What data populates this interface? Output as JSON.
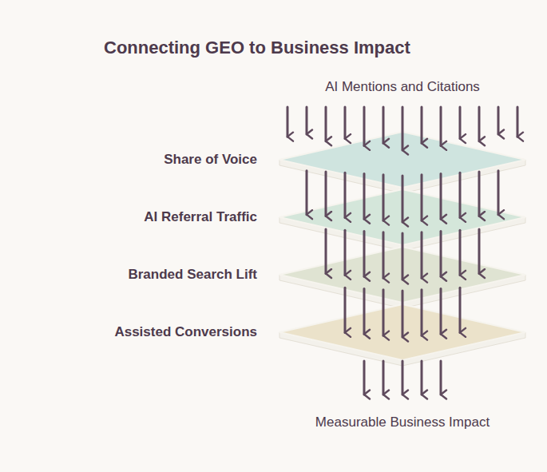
{
  "diagram": {
    "title": "Connecting GEO to Business Impact",
    "nodes": [
      {
        "text": [
          "Share of Voice"
        ]
      },
      {
        "text": [
          "AI Referral Traffic"
        ]
      },
      {
        "text": [
          "Branded Search Lift"
        ]
      },
      {
        "text": [
          "Assisted Conversions"
        ]
      }
    ],
    "edges": [
      {
        "from": 0,
        "to": 1,
        "arrow": "to"
      },
      {
        "from": 1,
        "to": 2,
        "arrow": "to"
      },
      {
        "from": 2,
        "to": 3,
        "arrow": "to"
      }
    ],
    "labels": [
      "AI Mentions and Citations",
      "Measurable Business Impact"
    ]
  }
}
